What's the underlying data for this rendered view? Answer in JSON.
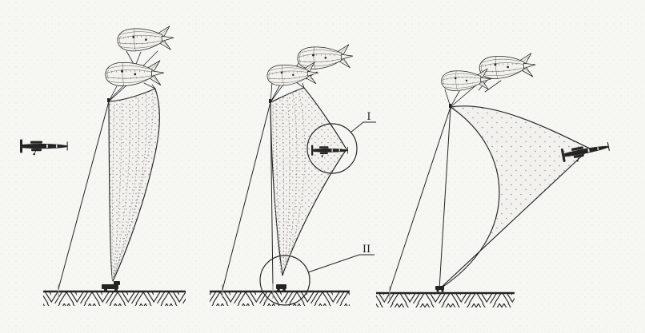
{
  "figure": {
    "type": "three-stage-balloon-net-barrage-illustration",
    "callouts": [
      {
        "label": "I"
      },
      {
        "label": "II"
      }
    ],
    "panels": [
      {
        "scene": "aircraft-approaching-suspended-net"
      },
      {
        "scene": "aircraft-striking-net-detail-circles"
      },
      {
        "scene": "aircraft-entangled-net-dragged-down"
      }
    ]
  },
  "colors": {
    "background": "#f6f6f3",
    "ink": "#242424",
    "stipple": "#8c8c8c",
    "paper_dot": "#e6e6e0",
    "net_base": "#f2f1ed"
  }
}
